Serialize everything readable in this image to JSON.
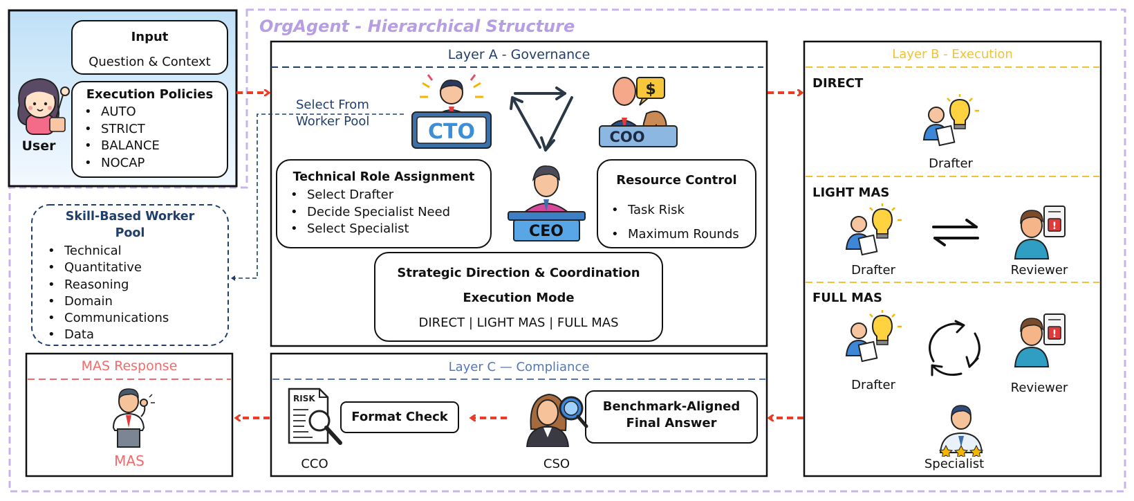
{
  "outer": {
    "title": "OrgAgent -  Hierarchical Structure",
    "border_color": "#c9b4ea"
  },
  "user_panel": {
    "user_label": "User",
    "input": {
      "title": "Input",
      "subtitle": "Question & Context"
    },
    "policies": {
      "title": "Execution Policies",
      "items": [
        "AUTO",
        "STRICT",
        "BALANCE",
        "NOCAP"
      ]
    }
  },
  "worker_pool": {
    "title_line1": "Skill-Based Worker",
    "title_line2": "Pool",
    "items": [
      "Technical",
      "Quantitative",
      "Reasoning",
      "Domain",
      "Communications",
      "Data"
    ],
    "select_label_line1": "Select From",
    "select_label_line2": "Worker Pool"
  },
  "layer_a": {
    "title": "Layer A - Governance",
    "cto_label": "CTO",
    "coo_label": "COO",
    "ceo_label": "CEO",
    "technical": {
      "title": "Technical Role Assignment",
      "items": [
        "Select Drafter",
        "Decide Specialist Need",
        "Select Specialist"
      ]
    },
    "resource": {
      "title": "Resource Control",
      "items": [
        "Task Risk",
        "Maximum Rounds"
      ]
    },
    "strategic": {
      "line1": "Strategic Direction & Coordination",
      "line2": "Execution Mode",
      "line3": "DIRECT | LIGHT MAS | FULL MAS"
    }
  },
  "layer_b": {
    "title": "Layer B - Execution",
    "direct": {
      "title": "DIRECT",
      "drafter": "Drafter"
    },
    "light": {
      "title": "LIGHT MAS",
      "drafter": "Drafter",
      "reviewer": "Reviewer"
    },
    "full": {
      "title": "FULL MAS",
      "drafter": "Drafter",
      "reviewer": "Reviewer",
      "specialist": "Specialist"
    }
  },
  "layer_c": {
    "title": "Layer C — Compliance",
    "format_check": "Format Check",
    "final_line1": "Benchmark-Aligned",
    "final_line2": "Final Answer",
    "cco_label": "CCO",
    "cso_label": "CSO",
    "risk_label": "RISK"
  },
  "response": {
    "title": "MAS Response",
    "label": "MAS"
  },
  "colors": {
    "purple": "#c9b4ea",
    "governance_blue": "#1f3e6b",
    "compliance_blue": "#5478b4",
    "execution_yellow": "#f2c230",
    "response_red": "#f26b6b",
    "arrow_red": "#ee3b24",
    "user_gradient_top": "#bfe0f7",
    "user_gradient_bottom": "#f3f9ff"
  },
  "icons": [
    "user-avatar-icon",
    "cto-icon",
    "coo-icon",
    "ceo-icon",
    "cycle-triangle-icon",
    "lightbulb-icon",
    "reviewer-icon",
    "exchange-arrows-icon",
    "cycle-arrows-icon",
    "specialist-icon",
    "risk-document-icon",
    "cso-icon",
    "mas-person-icon"
  ]
}
